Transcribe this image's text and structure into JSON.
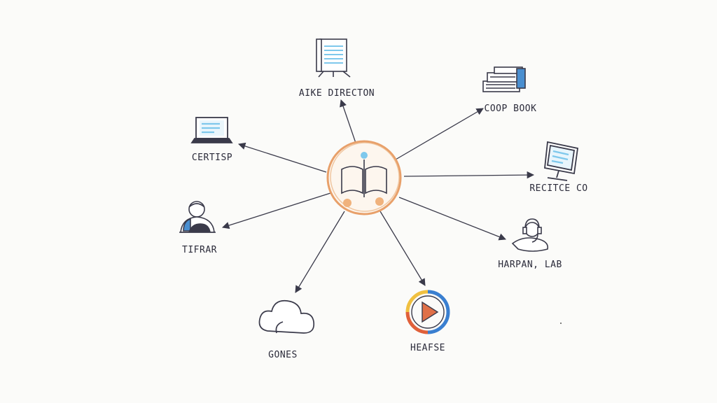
{
  "hub": {
    "icon": "open-book-icon"
  },
  "nodes": [
    {
      "id": "direction",
      "label": "AIKE DIRECTON",
      "icon": "document-stand-icon"
    },
    {
      "id": "coop",
      "label": "COOP BOOK",
      "icon": "book-stack-icon"
    },
    {
      "id": "recitce",
      "label": "RECITCE CO",
      "icon": "monitor-icon"
    },
    {
      "id": "harpan",
      "label": "HARPAN, LAB",
      "icon": "headset-icon"
    },
    {
      "id": "heafse",
      "label": "HEAFSE",
      "icon": "play-button-icon"
    },
    {
      "id": "gones",
      "label": "GONES",
      "icon": "cloud-icon"
    },
    {
      "id": "tifrar",
      "label": "TIFRAR",
      "icon": "person-icon"
    },
    {
      "id": "certisp",
      "label": "CERTISP",
      "icon": "laptop-icon"
    }
  ],
  "colors": {
    "ink": "#3a3a4a",
    "hub_orange": "#e8a06a",
    "screen_blue": "#7ec8ec",
    "play_orange": "#e0603a",
    "play_blue": "#3a7fd0",
    "play_yellow": "#f0c040"
  }
}
